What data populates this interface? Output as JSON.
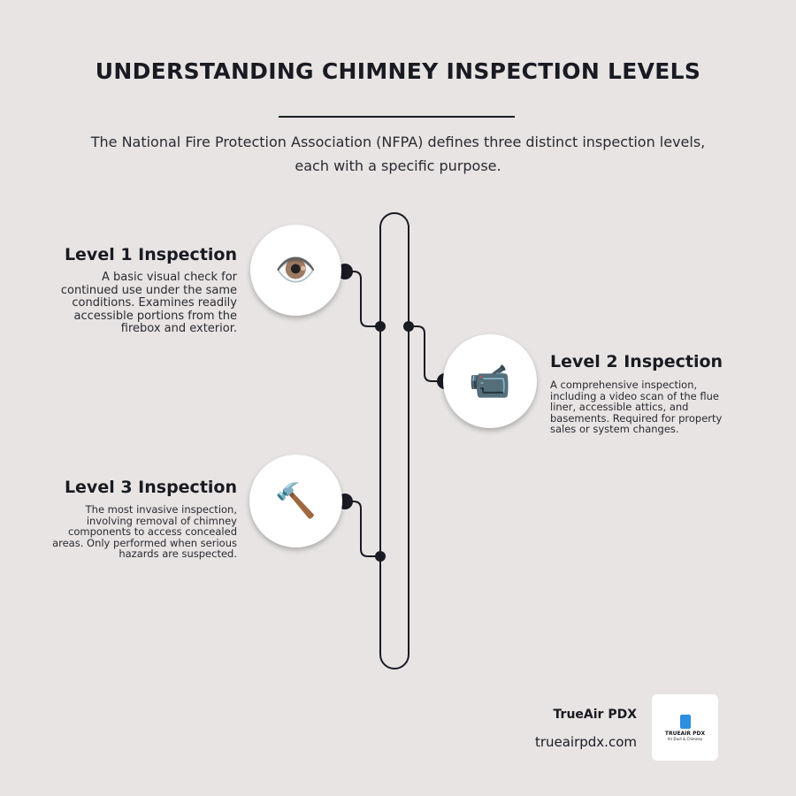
{
  "header": {
    "title": "UNDERSTANDING CHIMNEY INSPECTION LEVELS",
    "subtitle": "The National Fire Protection Association (NFPA) defines three distinct inspection levels, each with a specific purpose."
  },
  "levels": [
    {
      "title": "Level 1 Inspection",
      "icon": "eye-icon",
      "glyph": "👁️",
      "description": "A basic visual check for continued use under the same conditions. Examines readily accessible portions from the firebox and exterior."
    },
    {
      "title": "Level 2 Inspection",
      "icon": "video-camera-icon",
      "glyph": "📹",
      "description": "A comprehensive inspection, including a video scan of the flue liner, accessible attics, and basements. Required for property sales or system changes."
    },
    {
      "title": "Level 3 Inspection",
      "icon": "hammer-icon",
      "glyph": "🔨",
      "description": "The most invasive inspection, involving removal of chimney components to access concealed areas. Only performed when serious hazards are suspected."
    }
  ],
  "footer": {
    "brand": "TrueAir PDX",
    "url": "trueairpdx.com",
    "logo_text": "TRUEAIR PDX",
    "logo_tagline": "Air Duct & Chimney"
  },
  "colors": {
    "background": "#e7e4e3",
    "ink": "#1a1a22",
    "logo_blue": "#2d8fe0"
  }
}
